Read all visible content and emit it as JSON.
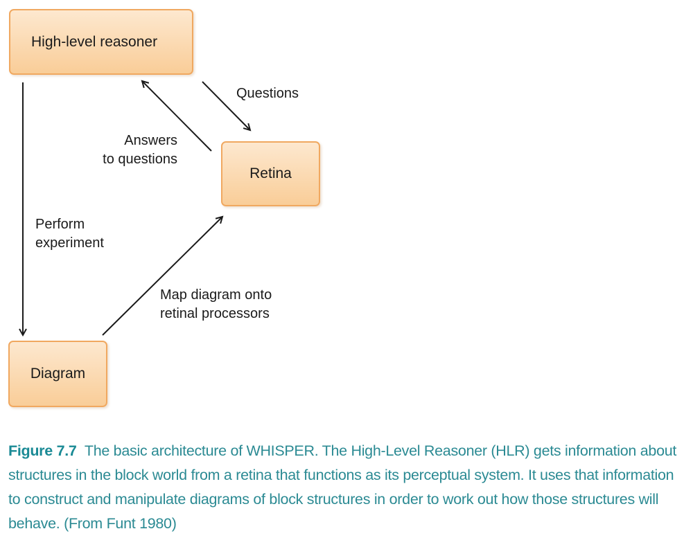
{
  "nodes": {
    "hlr": "High-level reasoner",
    "retina": "Retina",
    "diagram": "Diagram"
  },
  "edges": {
    "questions": "Questions",
    "answers_line1": "Answers",
    "answers_line2": "to questions",
    "perform_line1": "Perform",
    "perform_line2": "experiment",
    "map_line1": "Map diagram onto",
    "map_line2": "retinal processors"
  },
  "caption": {
    "label": "Figure 7.7",
    "text": "The basic architecture of WHISPER. The High-Level Reasoner (HLR) gets information about structures in the block world from a retina that functions as its perceptual system. It uses that information to construct and manipulate diagrams of block structures in order to work out how those structures will behave. (From Funt 1980)"
  },
  "colors": {
    "box_fill": "#f9cd98",
    "box_border": "#f0a860",
    "caption_text": "#2b8a93"
  }
}
